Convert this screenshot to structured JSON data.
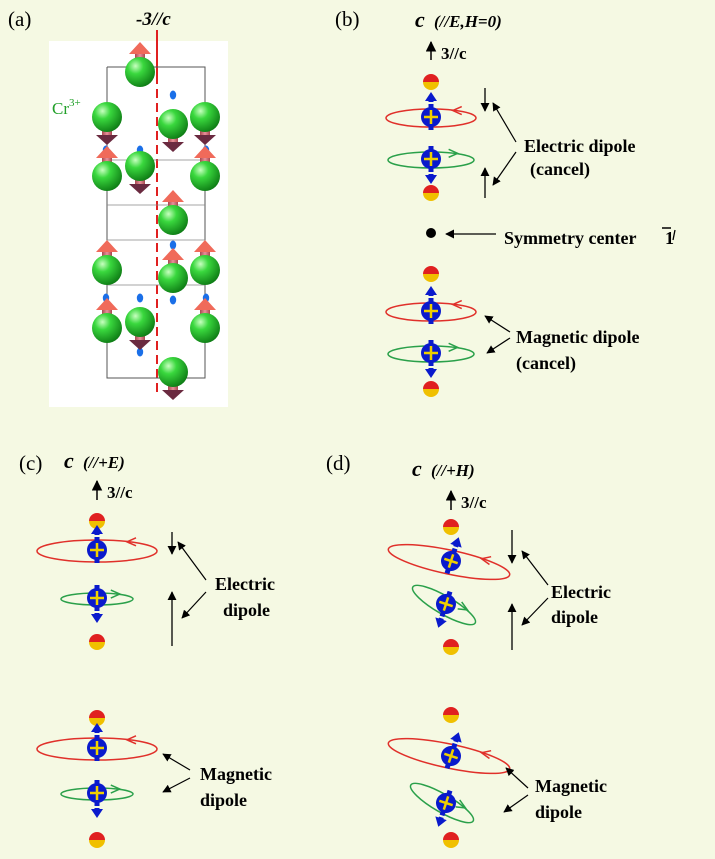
{
  "panels": {
    "a": {
      "label": "(a)",
      "axis_label": "-3//c",
      "ion_label": "Cr",
      "ion_charge": "3+"
    },
    "b": {
      "label": "(b)",
      "c_letter": "c",
      "c_condition": "(//E,H=0)",
      "axis_label": "3//c",
      "electric_dipole": "Electric dipole",
      "electric_cancel": "(cancel)",
      "symmetry_center": "Symmetry center",
      "symmetry_symbol": "1",
      "magnetic_dipole": "Magnetic dipole",
      "magnetic_cancel": "(cancel)"
    },
    "c": {
      "label": "(c)",
      "c_letter": "c",
      "c_condition": "(//+E)",
      "axis_label": "3//c",
      "electric_1": "Electric",
      "electric_2": "dipole",
      "magnetic_1": "Magnetic",
      "magnetic_2": "dipole"
    },
    "d": {
      "label": "(d)",
      "c_letter": "c",
      "c_condition": "(//+H)",
      "axis_label": "3//c",
      "electric_1": "Electric",
      "electric_2": "dipole",
      "magnetic_1": "Magnetic",
      "magnetic_2": "dipole"
    }
  },
  "colors": {
    "background": "#f5f9e3",
    "cr_ion": "#22c02a",
    "oxygen_top": "#e02020",
    "oxygen_bottom": "#f0c000",
    "spin_body": "#0a1acc",
    "cross": "#f0d000",
    "orbit_red": "#e0302a",
    "orbit_green": "#2aa04a",
    "axis_red": "#e02020"
  },
  "icons": [
    "spin-up-arrow-icon",
    "spin-down-arrow-icon",
    "orbit-arrow-icon",
    "symmetry-center-dot-icon"
  ]
}
